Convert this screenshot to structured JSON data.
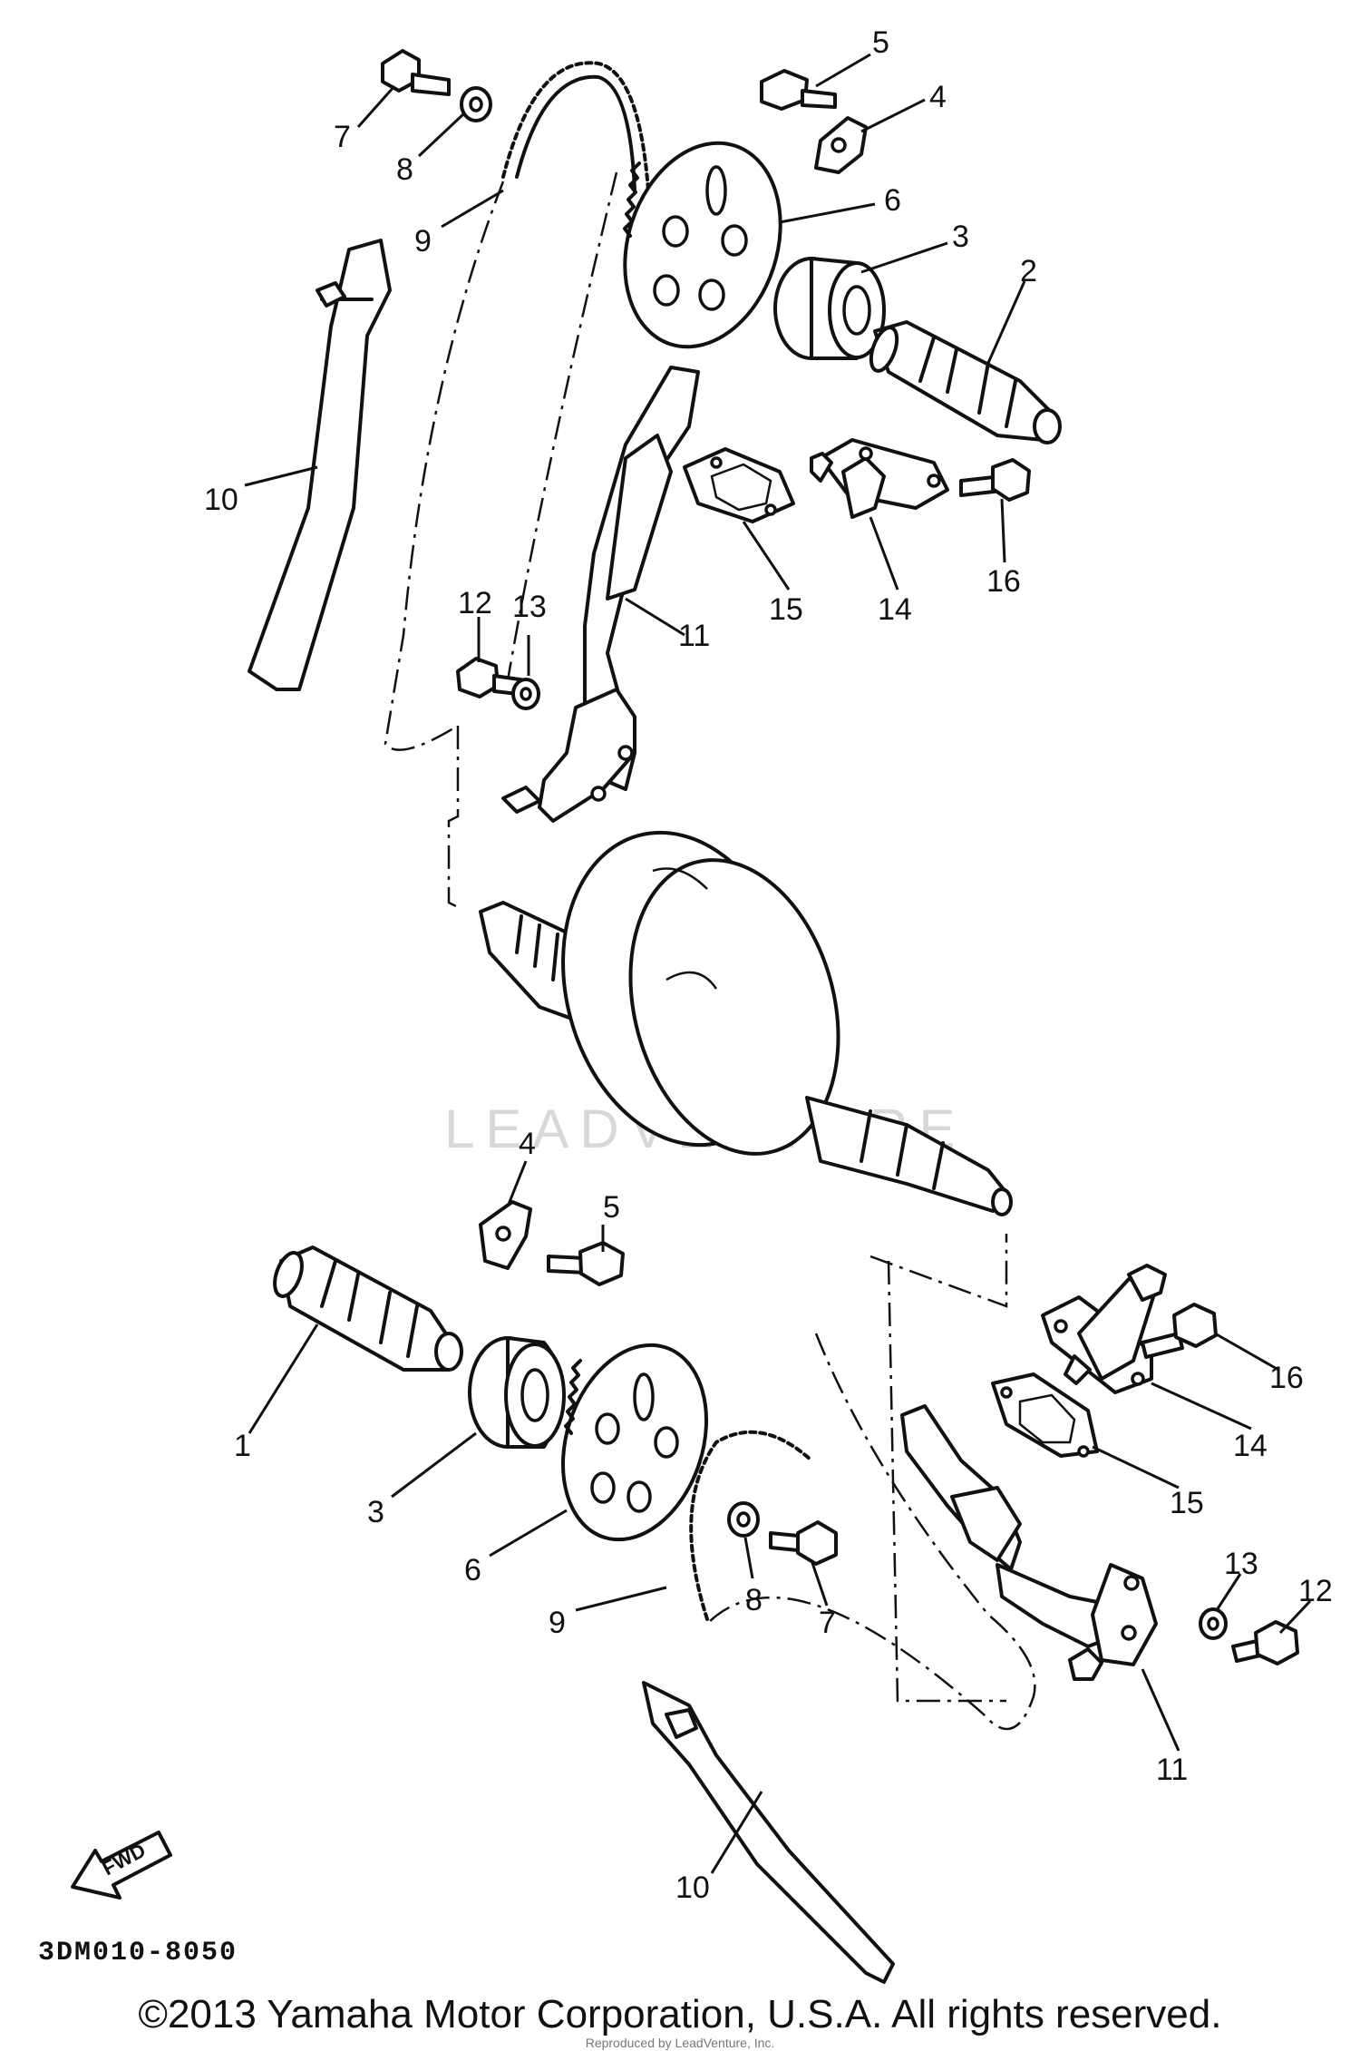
{
  "callouts": [
    {
      "id": "c-7-top",
      "label": "7"
    },
    {
      "id": "c-8-top",
      "label": "8"
    },
    {
      "id": "c-9-top",
      "label": "9"
    },
    {
      "id": "c-5-top",
      "label": "5"
    },
    {
      "id": "c-4-top",
      "label": "4"
    },
    {
      "id": "c-6-top",
      "label": "6"
    },
    {
      "id": "c-3-top",
      "label": "3"
    },
    {
      "id": "c-2-top",
      "label": "2"
    },
    {
      "id": "c-10-top",
      "label": "10"
    },
    {
      "id": "c-12-top",
      "label": "12"
    },
    {
      "id": "c-13-top",
      "label": "13"
    },
    {
      "id": "c-11-top",
      "label": "11"
    },
    {
      "id": "c-15-top",
      "label": "15"
    },
    {
      "id": "c-14-top",
      "label": "14"
    },
    {
      "id": "c-16-top",
      "label": "16"
    },
    {
      "id": "c-4-bot",
      "label": "4"
    },
    {
      "id": "c-5-bot",
      "label": "5"
    },
    {
      "id": "c-1-bot",
      "label": "1"
    },
    {
      "id": "c-3-bot",
      "label": "3"
    },
    {
      "id": "c-6-bot",
      "label": "6"
    },
    {
      "id": "c-9-bot",
      "label": "9"
    },
    {
      "id": "c-8-bot",
      "label": "8"
    },
    {
      "id": "c-7-bot",
      "label": "7"
    },
    {
      "id": "c-16-bot",
      "label": "16"
    },
    {
      "id": "c-14-bot",
      "label": "14"
    },
    {
      "id": "c-15-bot",
      "label": "15"
    },
    {
      "id": "c-13-bot",
      "label": "13"
    },
    {
      "id": "c-12-bot",
      "label": "12"
    },
    {
      "id": "c-11-bot",
      "label": "11"
    },
    {
      "id": "c-10-bot",
      "label": "10"
    }
  ],
  "fwd_label": "FWD",
  "diagram_code": "3DM010-8050",
  "watermark": "LEADVENTURE",
  "copyright": "©2013 Yamaha Motor Corporation, U.S.A. All rights reserved.",
  "reproduced_by": "Reproduced by LeadVenture, Inc."
}
